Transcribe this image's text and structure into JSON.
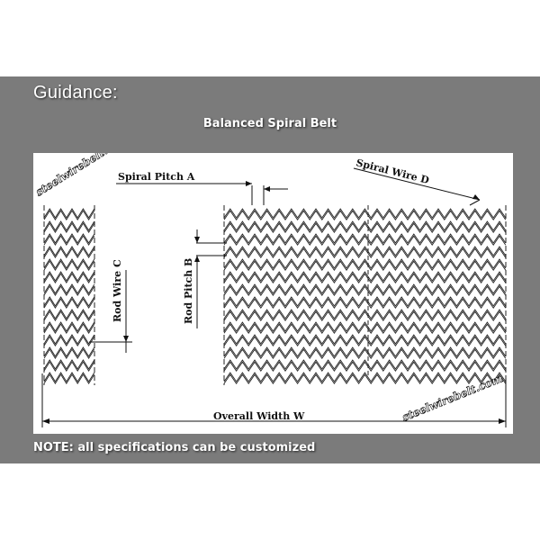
{
  "heading": "Guidance:",
  "subtitle": "Balanced Spiral Belt",
  "note": "NOTE: all specifications can be customized",
  "watermark": "steelwirebelt.com",
  "labels": {
    "spiral_pitch": "Spiral Pitch A",
    "spiral_wire": "Spiral Wire D",
    "rod_wire": "Rod Wire C",
    "rod_pitch": "Rod Pitch B",
    "overall_width": "Overall Width W"
  },
  "colors": {
    "panel": "#7b7b7b",
    "text": "#ffffff",
    "line": "#111111"
  }
}
